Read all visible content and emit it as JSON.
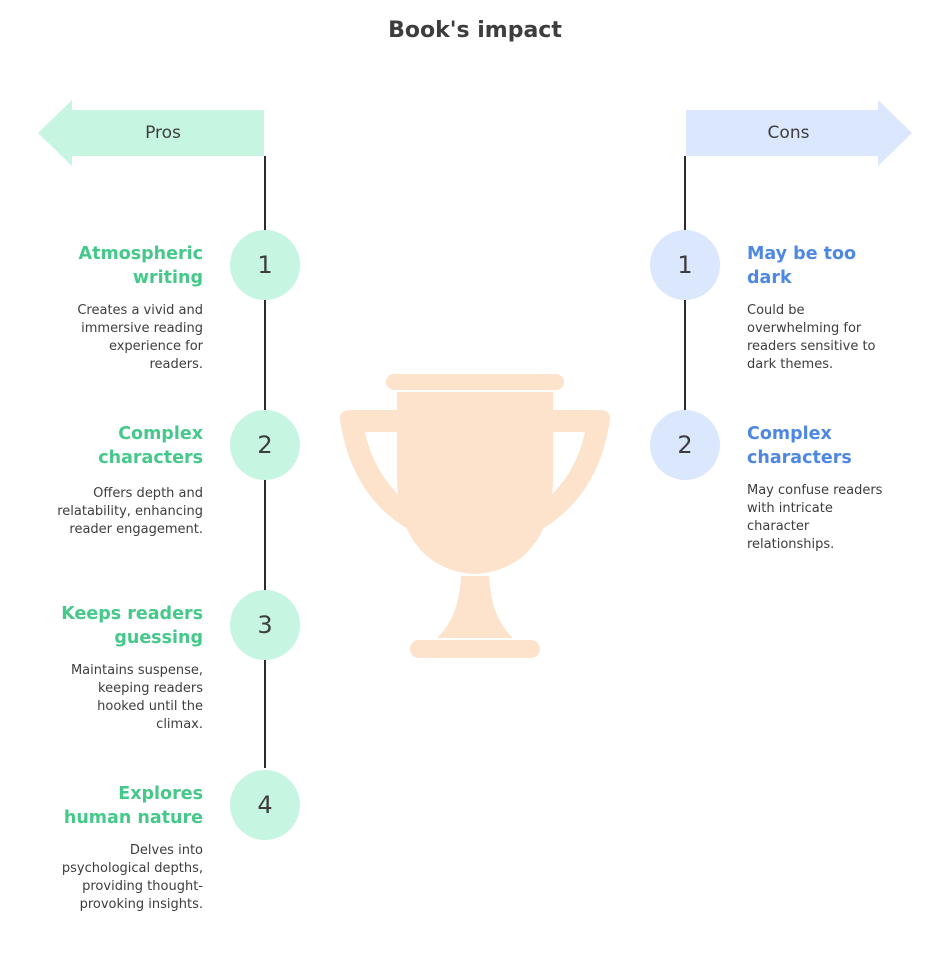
{
  "title": "Book's impact",
  "colors": {
    "pro_accent": "#45c98a",
    "pro_fill": "#c6f5e2",
    "con_accent": "#4f88e3",
    "con_fill": "#dbe7fd",
    "trophy": "#fde3cc"
  },
  "pros": {
    "label": "Pros",
    "items": [
      {
        "number": "1",
        "title_lines": [
          "Atmospheric",
          "writing"
        ],
        "desc_lines": [
          "Creates a vivid and",
          "immersive reading",
          "experience for",
          "readers."
        ]
      },
      {
        "number": "2",
        "title_lines": [
          "Complex",
          "characters"
        ],
        "desc_lines": [
          "Offers depth and",
          "relatability, enhancing",
          "reader engagement."
        ]
      },
      {
        "number": "3",
        "title_lines": [
          "Keeps readers",
          "guessing"
        ],
        "desc_lines": [
          "Maintains suspense,",
          "keeping readers",
          "hooked until the",
          "climax."
        ]
      },
      {
        "number": "4",
        "title_lines": [
          "Explores",
          "human nature"
        ],
        "desc_lines": [
          "Delves into",
          "psychological depths,",
          "providing thought-",
          "provoking insights."
        ]
      }
    ]
  },
  "cons": {
    "label": "Cons",
    "items": [
      {
        "number": "1",
        "title_lines": [
          "May be too",
          "dark"
        ],
        "desc_lines": [
          "Could be",
          "overwhelming for",
          "readers sensitive to",
          "dark themes."
        ]
      },
      {
        "number": "2",
        "title_lines": [
          "Complex",
          "characters"
        ],
        "desc_lines": [
          "May confuse readers",
          "with intricate",
          "character",
          "relationships."
        ]
      }
    ]
  },
  "icons": {
    "center": "trophy-icon"
  }
}
